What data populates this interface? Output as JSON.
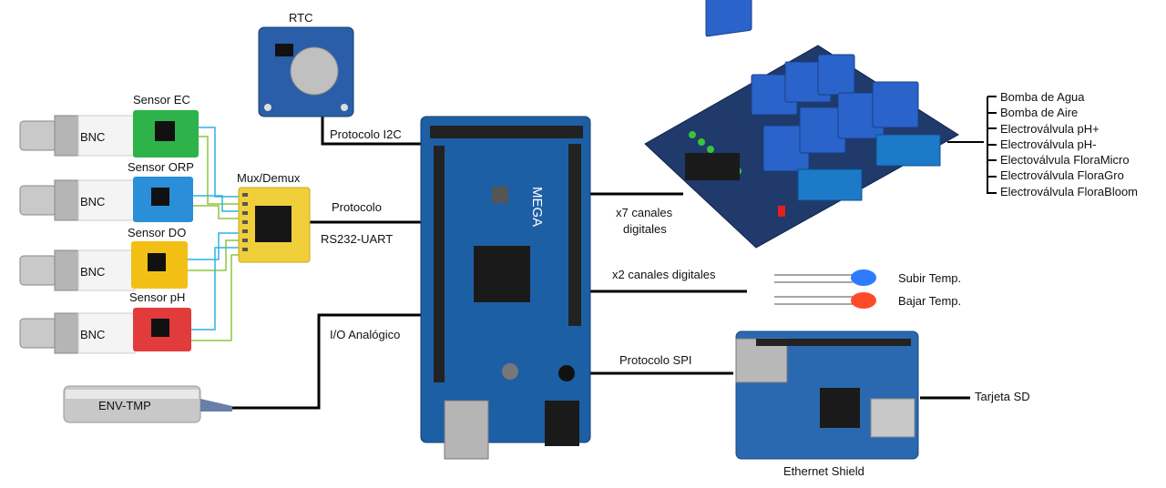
{
  "labels": {
    "rtc": "RTC",
    "protocol_i2c": "Protocolo I2C",
    "mux": "Mux/Demux",
    "protocol": "Protocolo",
    "rs232": "RS232-UART",
    "io_analog": "I/O Analógico",
    "env_tmp": "ENV-TMP",
    "x7_line1": "x7 canales",
    "x7_line2": "digitales",
    "x2": "x2 canales digitales",
    "spi": "Protocolo SPI",
    "sd": "Tarjeta SD",
    "ethernet": "Ethernet Shield",
    "subir": "Subir Temp.",
    "bajar": "Bajar Temp.",
    "board_text": "MEGA"
  },
  "sensors": [
    {
      "name": "Sensor EC",
      "bnc": "BNC",
      "color": "#2db34a"
    },
    {
      "name": "Sensor ORP",
      "bnc": "BNC",
      "color": "#2a8fd8"
    },
    {
      "name": "Sensor DO",
      "bnc": "BNC",
      "color": "#f2c014"
    },
    {
      "name": "Sensor pH",
      "bnc": "BNC",
      "color": "#e23b3b"
    }
  ],
  "relay_outputs": [
    "Bomba de Agua",
    "Bomba de Aire",
    "Electroválvula pH+",
    "Electroválvula pH-",
    "Electoválvula FloraMicro",
    "Electroválvula FloraGro",
    "Electroválvula FloraBloom"
  ],
  "colors": {
    "arduino": "#1d5fa5",
    "relay_board": "#1f3a6b",
    "relay": "#2a63c9",
    "terminal": "#1c7ac8",
    "mux": "#f0cf3a",
    "led_blue": "#2e7bff",
    "led_red": "#ff4a2a"
  }
}
